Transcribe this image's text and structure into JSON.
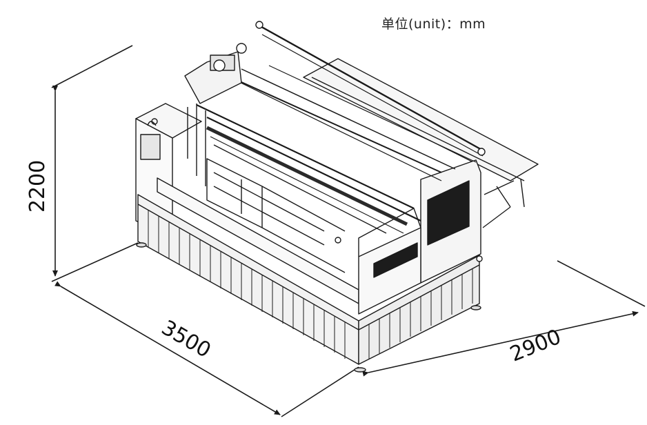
{
  "unit_label": "单位(unit)：mm",
  "dimensions": {
    "height": "2200",
    "length": "3500",
    "width": "2900"
  },
  "colors": {
    "line": "#1a1a1a",
    "panel": "#f4f4f4",
    "vent": "#1c1c1c"
  }
}
